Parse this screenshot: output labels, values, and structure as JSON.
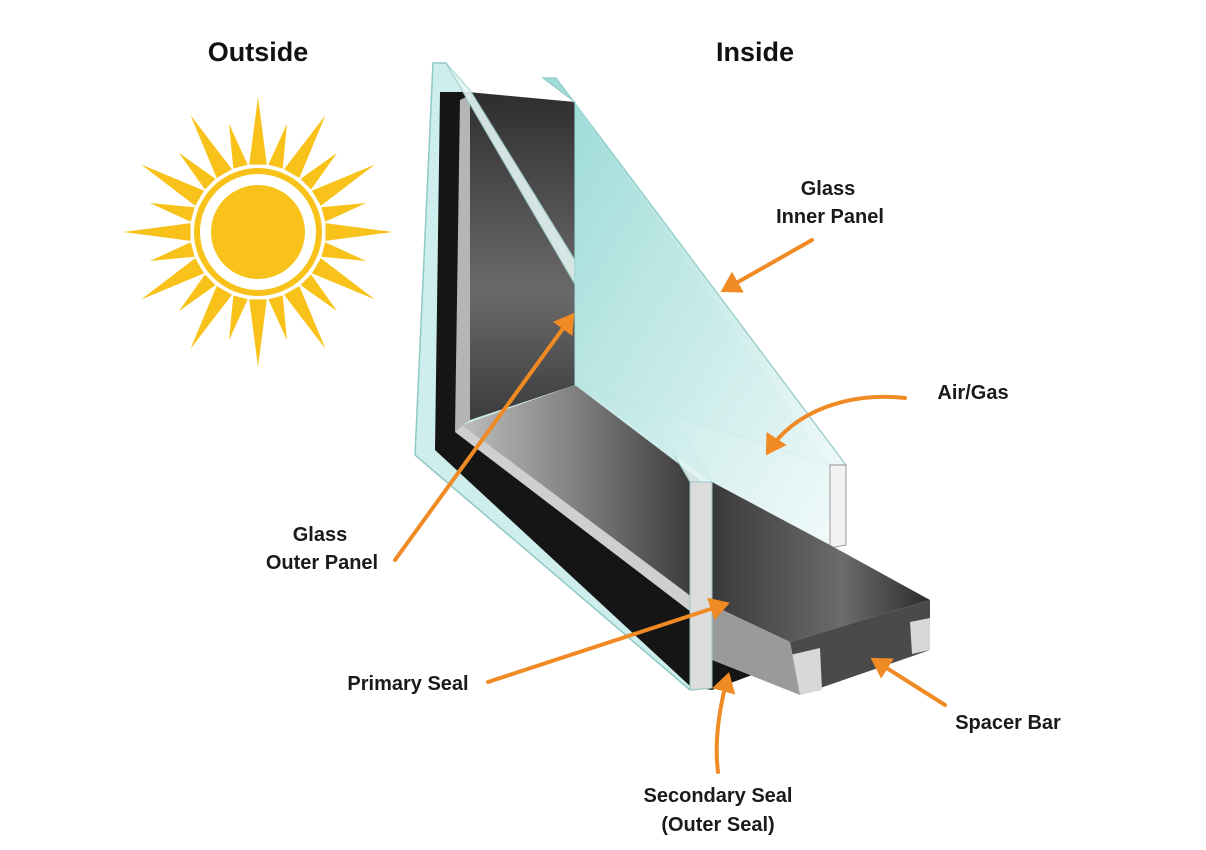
{
  "titles": {
    "outside": "Outside",
    "inside": "Inside"
  },
  "labels": {
    "glass_inner": [
      "Glass",
      "Inner Panel"
    ],
    "air_gas": "Air/Gas",
    "glass_outer": [
      "Glass",
      "Outer Panel"
    ],
    "primary_seal": "Primary Seal",
    "spacer_bar": "Spacer Bar",
    "secondary_seal": [
      "Secondary Seal",
      "(Outer Seal)"
    ]
  },
  "colors": {
    "arrow": "#f08a24",
    "sun": "#f9c21a",
    "glass": "#c9ecea",
    "seal": "#151515",
    "spacer": "#4a4a4a"
  }
}
